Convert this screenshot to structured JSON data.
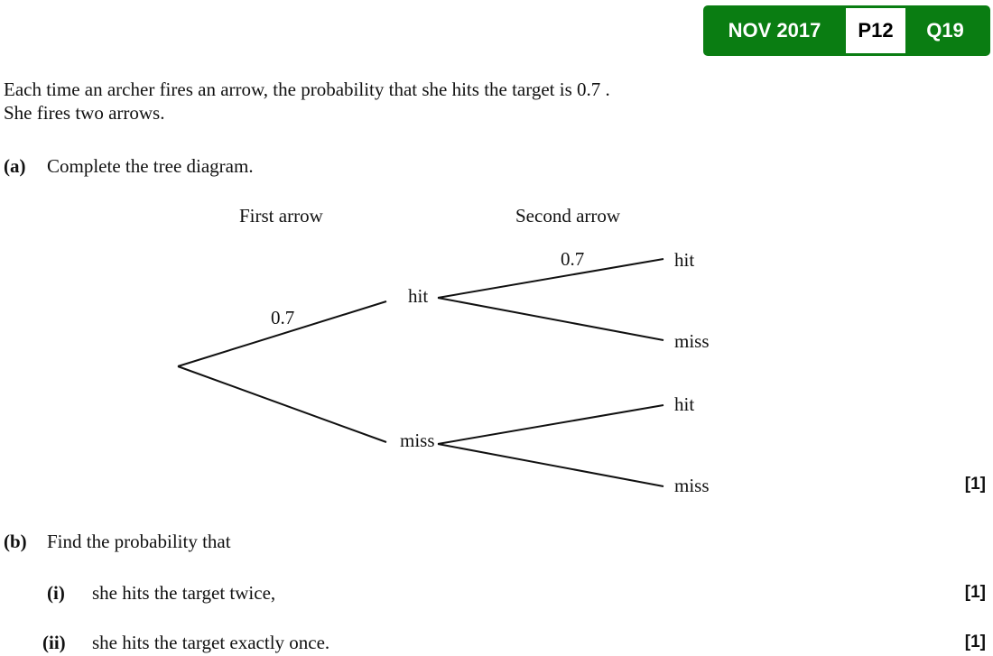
{
  "badge": {
    "session": "NOV 2017",
    "paper": "P12",
    "question": "Q19",
    "color": "#0a7d12"
  },
  "intro": {
    "line1": "Each time an archer fires an arrow, the probability that she hits the target is 0.7 .",
    "line2": "She fires two arrows."
  },
  "part_a": {
    "label": "(a)",
    "text": "Complete the tree diagram.",
    "marks": "[1]"
  },
  "tree": {
    "first_heading": "First arrow",
    "second_heading": "Second arrow",
    "first_hit_prob": "0.7",
    "second_hit_prob": "0.7",
    "first_hit": "hit",
    "first_miss": "miss",
    "hh": "hit",
    "hm": "miss",
    "mh": "hit",
    "mm": "miss"
  },
  "part_b": {
    "label": "(b)",
    "text": "Find the probability that",
    "i": {
      "label": "(i)",
      "text": "she hits the target twice,",
      "marks": "[1]"
    },
    "ii": {
      "label": "(ii)",
      "text": "she hits the target exactly once.",
      "marks": "[1]"
    }
  }
}
